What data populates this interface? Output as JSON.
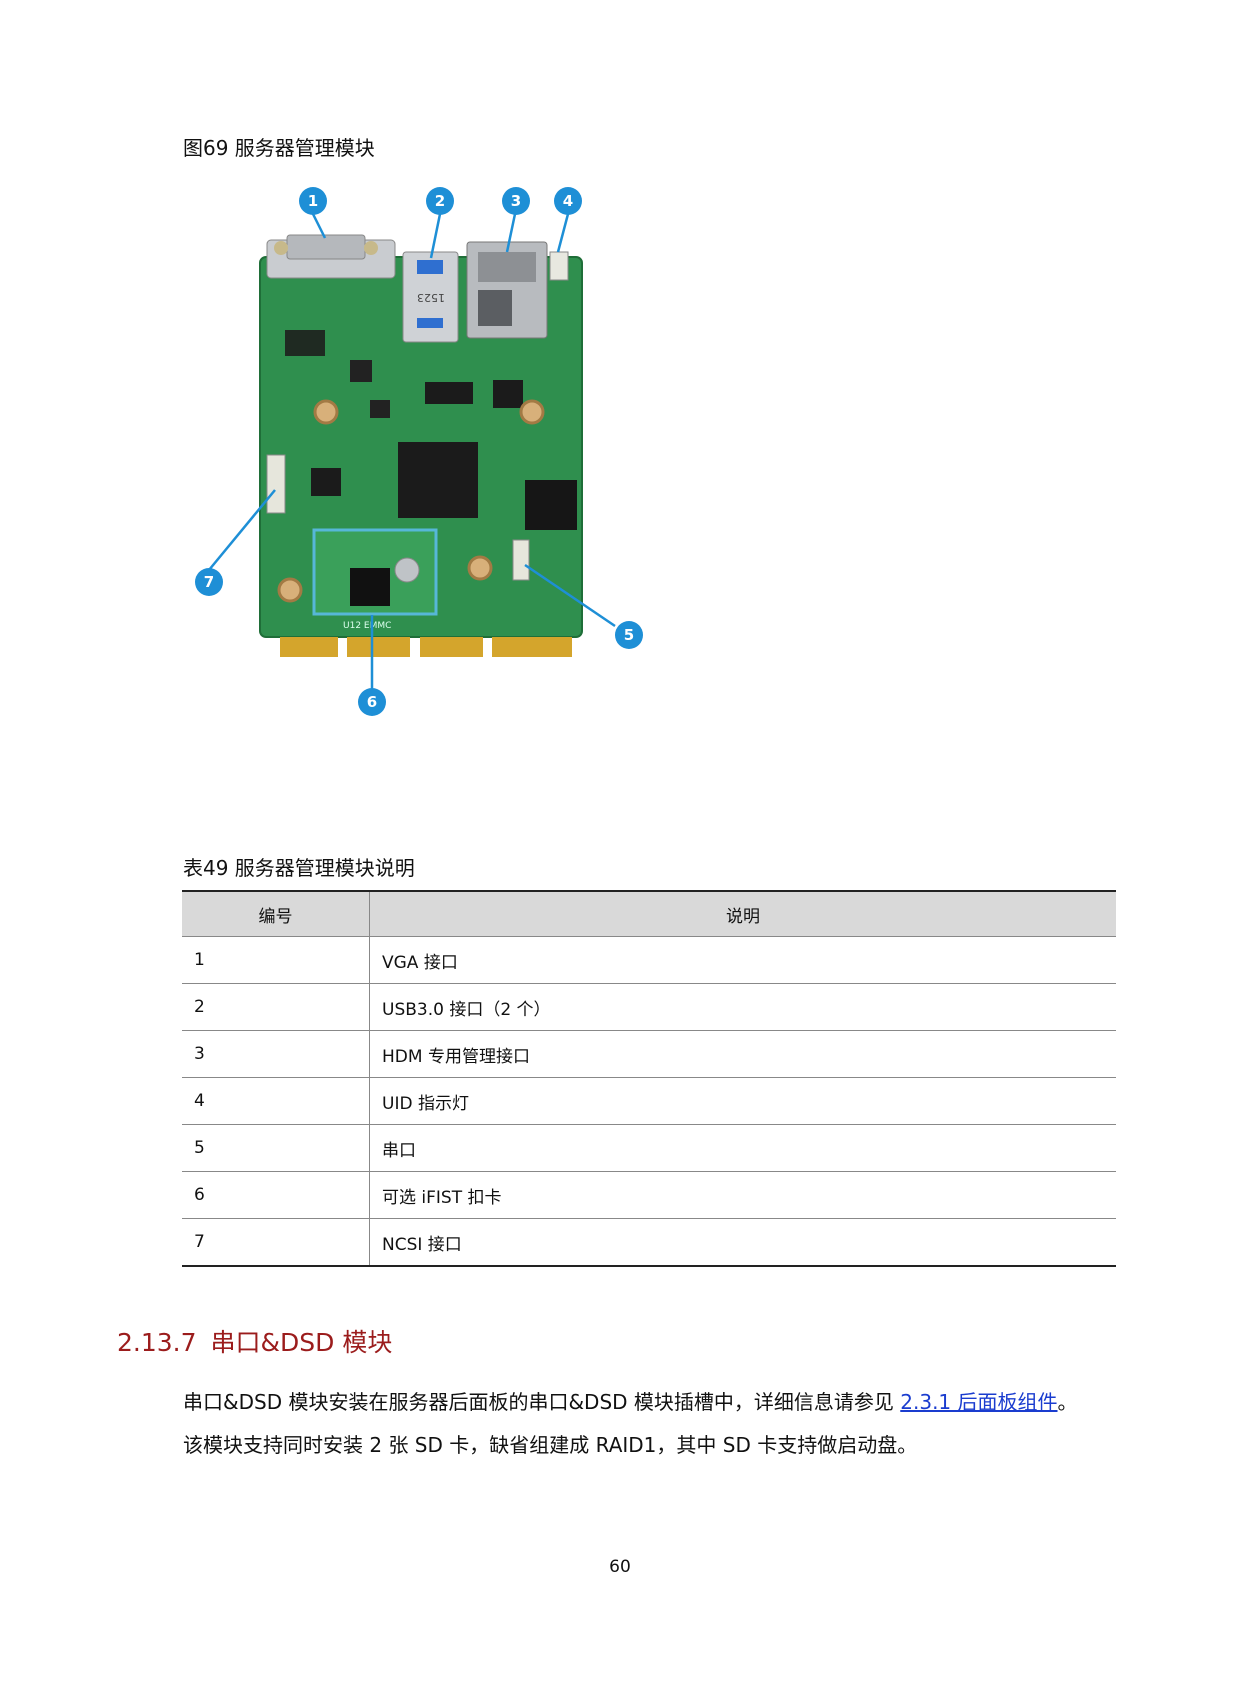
{
  "figure": {
    "caption": "图69 服务器管理模块",
    "callouts": [
      "1",
      "2",
      "3",
      "4",
      "5",
      "6",
      "7"
    ],
    "board_marking_1": "1523",
    "board_marking_2": "U12 EMMC"
  },
  "table": {
    "caption": "表49 服务器管理模块说明",
    "headers": [
      "编号",
      "说明"
    ],
    "rows": [
      {
        "num": "1",
        "desc": "VGA 接口"
      },
      {
        "num": "2",
        "desc": "USB3.0 接口（2 个）"
      },
      {
        "num": "3",
        "desc": "HDM 专用管理接口"
      },
      {
        "num": "4",
        "desc": "UID 指示灯"
      },
      {
        "num": "5",
        "desc": "串口"
      },
      {
        "num": "6",
        "desc": "可选 iFIST 扣卡"
      },
      {
        "num": "7",
        "desc": "NCSI 接口"
      }
    ]
  },
  "section": {
    "number": "2.13.7",
    "title": "串口&DSD 模块"
  },
  "paragraphs": {
    "p1_before": "串口&DSD 模块安装在服务器后面板的串口&DSD 模块插槽中，详细信息请参见 ",
    "p1_link": "2.3.1  后面板组件",
    "p1_after": "。",
    "p2": "该模块支持同时安装 2 张 SD 卡，缺省组建成 RAID1，其中 SD 卡支持做启动盘。"
  },
  "page_number": "60",
  "colors": {
    "callout": "#1e8fd6",
    "pcb": "#2f8f4e",
    "heading": "#9b1c1c",
    "link": "#1a3ccf"
  }
}
